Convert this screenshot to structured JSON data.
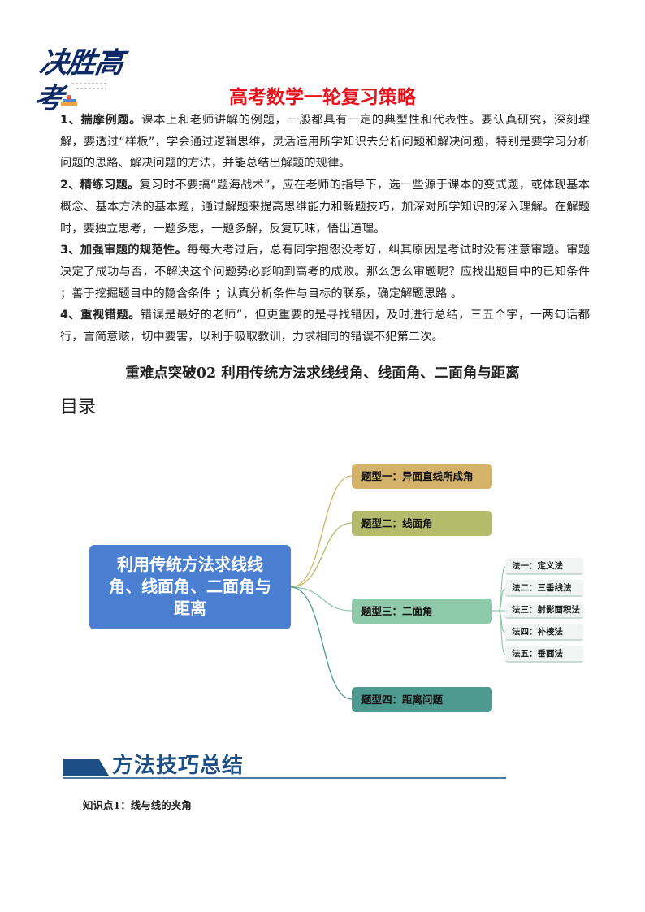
{
  "logo": {
    "text": "决胜高考"
  },
  "main_title": "高考数学一轮复习策略",
  "tips": [
    {
      "label": "1、揣摩例题。",
      "text": "课本上和老师讲解的例题，一般都具有一定的典型性和代表性。要认真研究，深刻理解，要透过“样板”，学会通过逻辑思维，灵活运用所学知识去分析问题和解决问题，特别是要学习分析问题的思路、解决问题的方法，并能总结出解题的规律。"
    },
    {
      "label": "2、精练习题。",
      "text": "复习时不要搞“题海战术”，应在老师的指导下，选一些源于课本的变式题，或体现基本概念、基本方法的基本题，通过解题来提高思维能力和解题技巧，加深对所学知识的深入理解。在解题时，要独立思考，一题多思，一题多解，反复玩味，悟出道理。"
    },
    {
      "label": "3、加强审题的规范性。",
      "text": "每每大考过后，总有同学抱怨没考好，纠其原因是考试时没有注意审题。审题决定了成功与否，不解决这个问题势必影响到高考的成败。那么怎么审题呢？应找出题目中的已知条件 ；善于挖掘题目中的隐含条件 ；认真分析条件与目标的联系，确定解题思路 。"
    },
    {
      "label": "4、重视错题。",
      "text": "错误是最好的老师”，但更重要的是寻找错因，及时进行总结，三五个字，一两句话都行，言简意赅，切中要害，以利于吸取教训，力求相同的错误不犯第二次。"
    }
  ],
  "section_title": "重难点突破02  利用传统方法求线线角、线面角、二面角与距离",
  "toc_title": "目录",
  "mindmap": {
    "center": {
      "line1": "利用传统方法求线线",
      "line2": "角、线面角、二面角与",
      "line3": "距离",
      "color": "#4a7fd2"
    },
    "topics": [
      {
        "label": "题型一：异面直线所成角",
        "color": "#d5b26a"
      },
      {
        "label": "题型二：线面角",
        "color": "#b4bb6a"
      },
      {
        "label": "题型三：二面角",
        "color": "#8fcbaa"
      },
      {
        "label": "题型四：距离问题",
        "color": "#4e9a90"
      }
    ],
    "subs": [
      {
        "label": "法一：定义法"
      },
      {
        "label": "法二：三垂线法"
      },
      {
        "label": "法三：射影面积法"
      },
      {
        "label": "法四：补棱法"
      },
      {
        "label": "法五：垂面法"
      }
    ]
  },
  "banner": {
    "title": "方法技巧总结",
    "color": "#1c4f85"
  },
  "knowledge_point": "知识点1：线与线的夹角"
}
